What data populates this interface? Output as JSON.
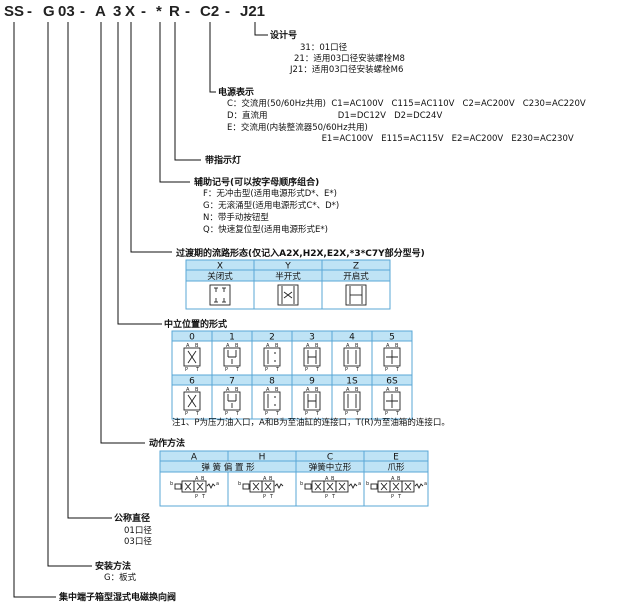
{
  "model_code": [
    "SS",
    "-",
    "G",
    "03",
    "-",
    "A",
    "3",
    "X",
    "-",
    "*",
    "R",
    "-",
    "C2",
    "-",
    "J21"
  ],
  "design_number": {
    "title": "设计号",
    "items": [
      "31：01口径",
      "21：适用03口径安装螺栓M8",
      "J21：适用03口径安装螺栓M6"
    ]
  },
  "power_supply": {
    "title": "电源表示",
    "lines": [
      "C：交流用(50/60Hz共用)  C1=AC100V   C115=AC110V   C2=AC200V   C230=AC220V",
      "D：直流用                          D1=DC12V   D2=DC24V",
      "E：交流用(内装整流器50/60Hz共用)",
      "                                   E1=AC100V   E115=AC115V   E2=AC200V   E230=AC230V"
    ]
  },
  "indicator_lamp": {
    "title": "带指示灯"
  },
  "auxiliary": {
    "title": "辅助记号(可以按字母顺序组合)",
    "items": [
      "F：无冲击型(适用电源形式D*、E*)",
      "G：无滚涌型(适用电源形式C*、D*)",
      "N：带手动按钮型",
      "Q：快速复位型(适用电源形式E*)"
    ]
  },
  "transition": {
    "title": "过渡期的流路形态(仅记入A2X,H2X,E2X,*3*C7Y部分型号)",
    "headers": [
      "X",
      "Y",
      "Z"
    ],
    "subheaders": [
      "关闭式",
      "半开式",
      "开启式"
    ]
  },
  "neutral_position": {
    "title": "中立位置的形式",
    "row1": [
      "0",
      "1",
      "2",
      "3",
      "4",
      "5"
    ],
    "row2": [
      "6",
      "7",
      "8",
      "9",
      "1S",
      "6S"
    ],
    "note": "注1、P为压力油入口，A和B为至油缸的连接口，T(R)为至油箱的连接口。"
  },
  "actuation": {
    "title": "动作方法",
    "headers": [
      "A",
      "H",
      "C",
      "E"
    ],
    "subheaders": [
      "弹 簧 偏 置 形",
      "弹簧中立形",
      "爪形"
    ]
  },
  "nominal_size": {
    "title": "公称直径",
    "items": [
      "01口径",
      "03口径"
    ]
  },
  "mounting": {
    "title": "安装方法",
    "items": [
      "G：板式"
    ]
  },
  "product_name": "集中端子箱型湿式电磁换向阀",
  "port_letters": {
    "a": "a",
    "b": "b",
    "A": "A",
    "B": "B",
    "P": "P",
    "T": "T"
  }
}
